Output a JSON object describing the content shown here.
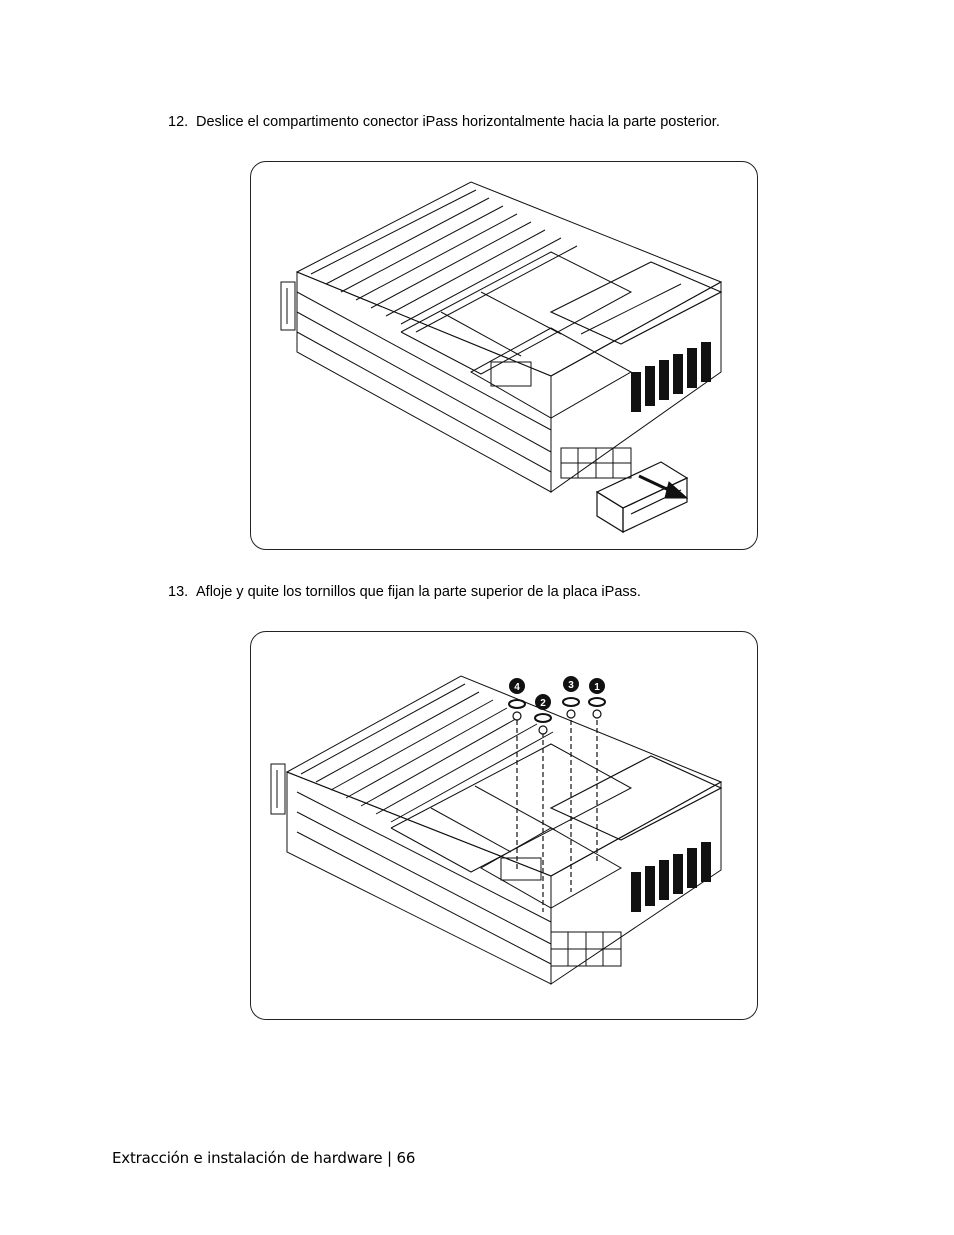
{
  "steps": [
    {
      "number": "12.",
      "text": "Deslice el compartimento conector iPass horizontalmente hacia la parte posterior."
    },
    {
      "number": "13.",
      "text": "Afloje y quite los tornillos que fijan la parte superior de la placa iPass."
    }
  ],
  "figure2": {
    "callouts": [
      "4",
      "2",
      "3",
      "1"
    ]
  },
  "footer": {
    "section": "Extracción e instalación de hardware",
    "separator": "|",
    "page": "66"
  }
}
